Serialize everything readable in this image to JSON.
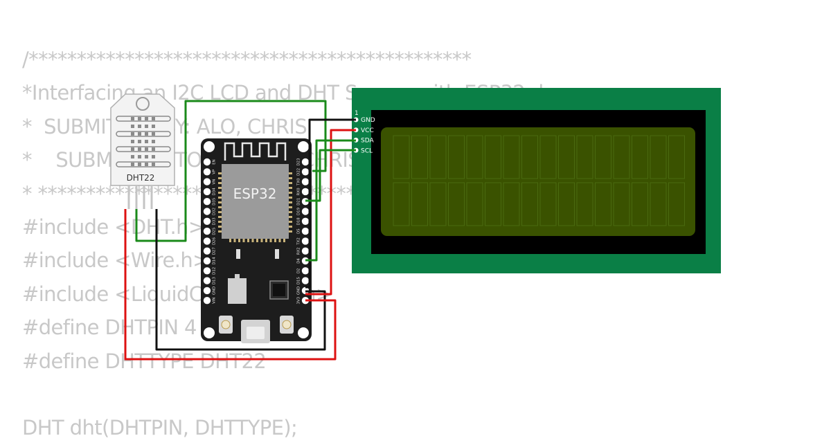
{
  "code_lines": [
    "/**********************************************",
    "*Interfacing an I2C LCD and DHT Sensor with ESP32 dev",
    "*  SUBMITTED BY: ALO, CHRIS",
    "*    SUBMITTED TO: ENGR. JUCHRIS",
    "* ********************************************",
    "#include <DHT.h>",
    "#include <Wire.h>",
    "#include <LiquidCrystal_I2C.h>",
    "#define DHTPIN 4",
    "#define DHTTYPE DHT22",
    "",
    "DHT dht(DHTPIN, DHTTYPE);"
  ],
  "dht22": {
    "label": "DHT22"
  },
  "esp32": {
    "chip_label": "ESP32",
    "left_pins": [
      "EN",
      "VP",
      "VN",
      "D34",
      "D35",
      "D32",
      "D33",
      "D25",
      "D26",
      "D27",
      "D14",
      "D12",
      "D13",
      "GND",
      "VIN"
    ],
    "right_pins": [
      "D23",
      "D22",
      "TX0",
      "RX0",
      "D21",
      "D19",
      "D18",
      "D5",
      "TX2",
      "RX2",
      "D4",
      "D2",
      "D15",
      "GND",
      "3V3"
    ]
  },
  "lcd": {
    "pin1_marker": "1",
    "pins": [
      "GND",
      "VCC",
      "SDA",
      "SCL"
    ],
    "colors": {
      "board": "#0a7f46",
      "bezel": "#000000",
      "screen": "#3a5200",
      "cell": "#4a6a10"
    }
  },
  "wire_colors": {
    "gnd": "#111111",
    "power": "#dd1111",
    "signal": "#1a8a1a"
  }
}
